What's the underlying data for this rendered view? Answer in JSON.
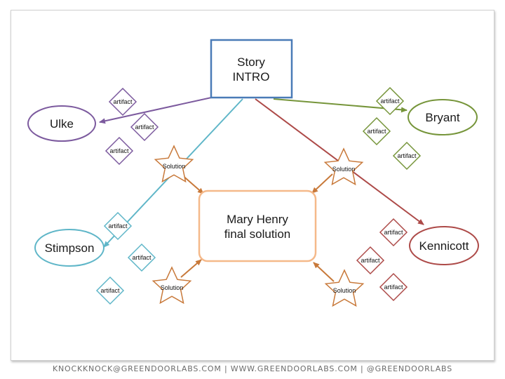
{
  "colors": {
    "purple": "#7c5a9e",
    "green": "#76953a",
    "blue": "#5fb6c8",
    "red": "#ad4a48",
    "orange": "#c8793a",
    "intro_border": "#4a7bb7",
    "solution_border": "#f5b98a"
  },
  "nodes": {
    "intro": {
      "line1": "Story",
      "line2": "INTRO"
    },
    "solution": {
      "line1": "Mary Henry",
      "line2": "final solution"
    },
    "ulke": "Ulke",
    "bryant": "Bryant",
    "stimpson": "Stimpson",
    "kennicott": "Kennicott"
  },
  "artifact_label": "artifact",
  "solution_label": "Solution",
  "footer": "KNOCKKNOCK@GREENDOORLABS.COM  |  WWW.GREENDOORLABS.COM | @GREENDOORLABS"
}
